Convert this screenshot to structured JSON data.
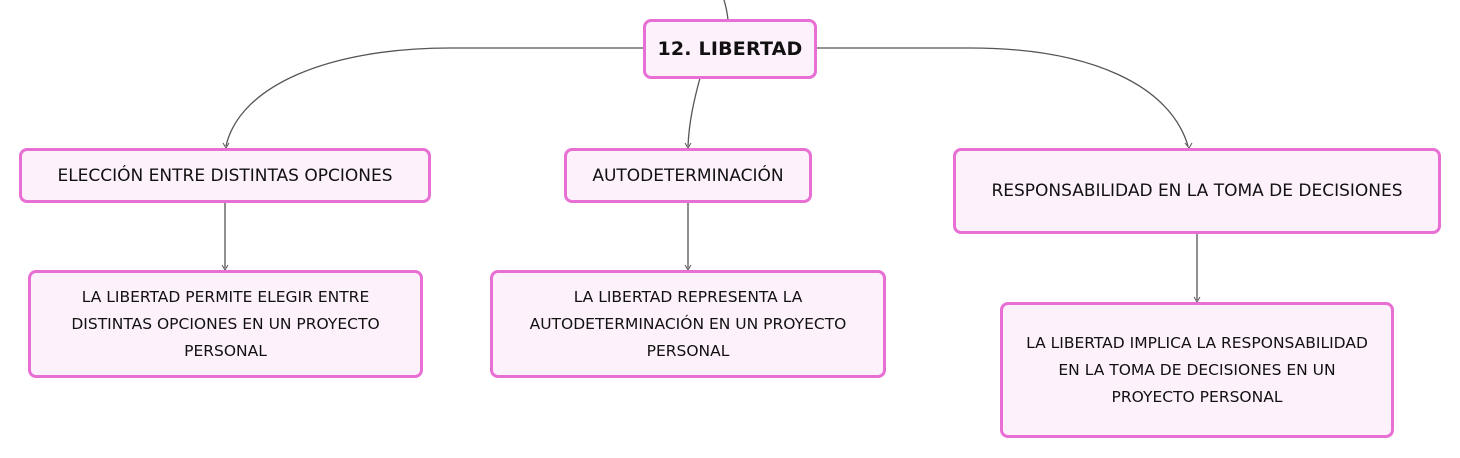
{
  "root": {
    "label": "12. LIBERTAD"
  },
  "topics": [
    {
      "label": "ELECCIÓN ENTRE DISTINTAS OPCIONES"
    },
    {
      "label": "AUTODETERMINACIÓN"
    },
    {
      "label": "RESPONSABILIDAD EN LA TOMA DE DECISIONES"
    }
  ],
  "details": [
    {
      "label": "LA LIBERTAD PERMITE ELEGIR ENTRE DISTINTAS OPCIONES EN UN PROYECTO PERSONAL"
    },
    {
      "label": "LA LIBERTAD REPRESENTA LA AUTODETERMINACIÓN EN UN PROYECTO PERSONAL"
    },
    {
      "label": "LA LIBERTAD IMPLICA LA RESPONSABILIDAD EN LA TOMA DE DECISIONES EN UN PROYECTO PERSONAL"
    }
  ],
  "colors": {
    "node_border": "#e86fd3",
    "node_fill": "#fdf1fb",
    "connector": "#555555"
  }
}
